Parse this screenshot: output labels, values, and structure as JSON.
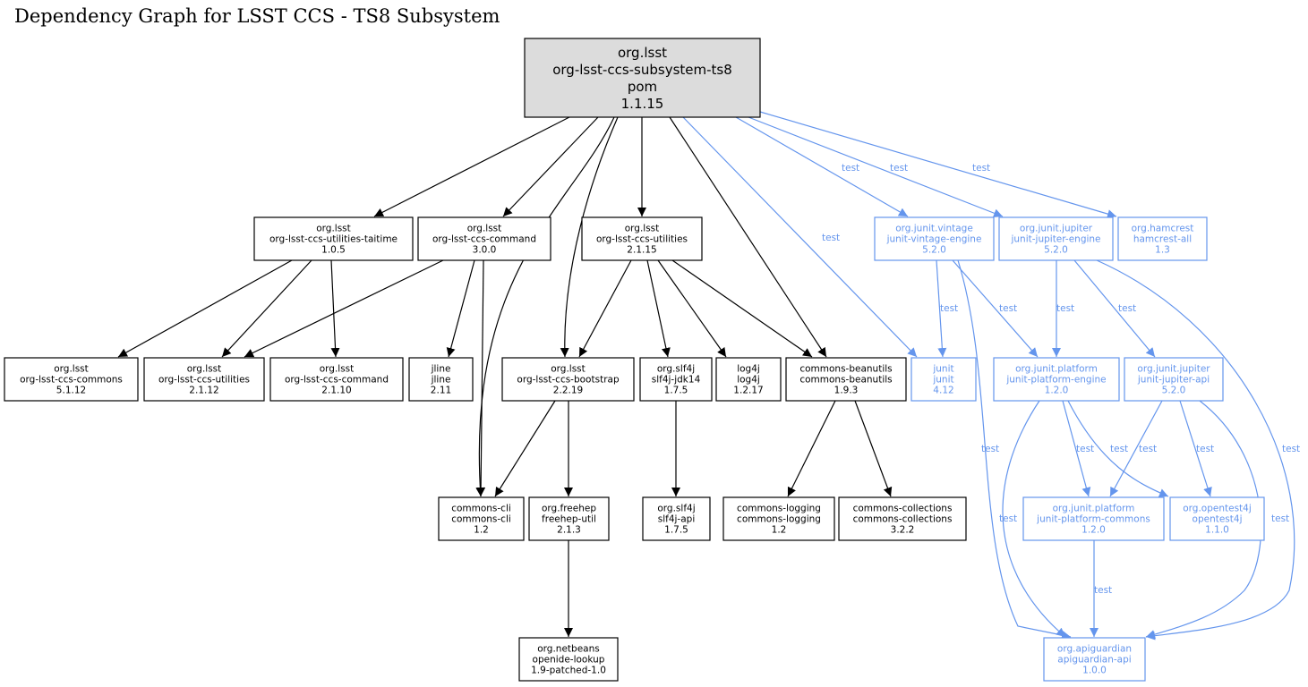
{
  "title": "Dependency Graph for LSST CCS - TS8 Subsystem",
  "colors": {
    "compile": "#000000",
    "test": "#6495ed",
    "root_fill": "#dcdcdc",
    "node_fill": "#ffffff"
  },
  "nodes": [
    {
      "id": "root",
      "lines": [
        "org.lsst",
        "org-lsst-ccs-subsystem-ts8",
        "pom",
        "1.1.15"
      ],
      "scope": "root"
    },
    {
      "id": "taitime",
      "lines": [
        "org.lsst",
        "org-lsst-ccs-utilities-taitime",
        "1.0.5"
      ],
      "scope": "compile"
    },
    {
      "id": "command300",
      "lines": [
        "org.lsst",
        "org-lsst-ccs-command",
        "3.0.0"
      ],
      "scope": "compile"
    },
    {
      "id": "utilities2115",
      "lines": [
        "org.lsst",
        "org-lsst-ccs-utilities",
        "2.1.15"
      ],
      "scope": "compile"
    },
    {
      "id": "vintage",
      "lines": [
        "org.junit.vintage",
        "junit-vintage-engine",
        "5.2.0"
      ],
      "scope": "test"
    },
    {
      "id": "jupiterengine",
      "lines": [
        "org.junit.jupiter",
        "junit-jupiter-engine",
        "5.2.0"
      ],
      "scope": "test"
    },
    {
      "id": "hamcrest",
      "lines": [
        "org.hamcrest",
        "hamcrest-all",
        "1.3"
      ],
      "scope": "test"
    },
    {
      "id": "commons5112",
      "lines": [
        "org.lsst",
        "org-lsst-ccs-commons",
        "5.1.12"
      ],
      "scope": "compile"
    },
    {
      "id": "utilities2112",
      "lines": [
        "org.lsst",
        "org-lsst-ccs-utilities",
        "2.1.12"
      ],
      "scope": "compile"
    },
    {
      "id": "command2110",
      "lines": [
        "org.lsst",
        "org-lsst-ccs-command",
        "2.1.10"
      ],
      "scope": "compile"
    },
    {
      "id": "jline",
      "lines": [
        "jline",
        "jline",
        "2.11"
      ],
      "scope": "compile"
    },
    {
      "id": "bootstrap",
      "lines": [
        "org.lsst",
        "org-lsst-ccs-bootstrap",
        "2.2.19"
      ],
      "scope": "compile"
    },
    {
      "id": "slf4jjdk14",
      "lines": [
        "org.slf4j",
        "slf4j-jdk14",
        "1.7.5"
      ],
      "scope": "compile"
    },
    {
      "id": "log4j",
      "lines": [
        "log4j",
        "log4j",
        "1.2.17"
      ],
      "scope": "compile"
    },
    {
      "id": "beanutils",
      "lines": [
        "commons-beanutils",
        "commons-beanutils",
        "1.9.3"
      ],
      "scope": "compile"
    },
    {
      "id": "junit",
      "lines": [
        "junit",
        "junit",
        "4.12"
      ],
      "scope": "test"
    },
    {
      "id": "platformengine",
      "lines": [
        "org.junit.platform",
        "junit-platform-engine",
        "1.2.0"
      ],
      "scope": "test"
    },
    {
      "id": "jupiterapi",
      "lines": [
        "org.junit.jupiter",
        "junit-jupiter-api",
        "5.2.0"
      ],
      "scope": "test"
    },
    {
      "id": "commonscli",
      "lines": [
        "commons-cli",
        "commons-cli",
        "1.2"
      ],
      "scope": "compile"
    },
    {
      "id": "freehep",
      "lines": [
        "org.freehep",
        "freehep-util",
        "2.1.3"
      ],
      "scope": "compile"
    },
    {
      "id": "slf4japi",
      "lines": [
        "org.slf4j",
        "slf4j-api",
        "1.7.5"
      ],
      "scope": "compile"
    },
    {
      "id": "logging",
      "lines": [
        "commons-logging",
        "commons-logging",
        "1.2"
      ],
      "scope": "compile"
    },
    {
      "id": "collections",
      "lines": [
        "commons-collections",
        "commons-collections",
        "3.2.2"
      ],
      "scope": "compile"
    },
    {
      "id": "platformcommons",
      "lines": [
        "org.junit.platform",
        "junit-platform-commons",
        "1.2.0"
      ],
      "scope": "test"
    },
    {
      "id": "opentest4j",
      "lines": [
        "org.opentest4j",
        "opentest4j",
        "1.1.0"
      ],
      "scope": "test"
    },
    {
      "id": "openide",
      "lines": [
        "org.netbeans",
        "openide-lookup",
        "1.9-patched-1.0"
      ],
      "scope": "compile"
    },
    {
      "id": "apiguardian",
      "lines": [
        "org.apiguardian",
        "apiguardian-api",
        "1.0.0"
      ],
      "scope": "test"
    }
  ],
  "edges": [
    {
      "from": "root",
      "to": "taitime",
      "label": ""
    },
    {
      "from": "root",
      "to": "command300",
      "label": ""
    },
    {
      "from": "root",
      "to": "utilities2115",
      "label": ""
    },
    {
      "from": "root",
      "to": "bootstrap",
      "label": ""
    },
    {
      "from": "root",
      "to": "commonscli",
      "label": ""
    },
    {
      "from": "root",
      "to": "beanutils",
      "label": ""
    },
    {
      "from": "root",
      "to": "junit",
      "label": "test"
    },
    {
      "from": "root",
      "to": "vintage",
      "label": "test"
    },
    {
      "from": "root",
      "to": "jupiterengine",
      "label": "test"
    },
    {
      "from": "root",
      "to": "hamcrest",
      "label": "test"
    },
    {
      "from": "taitime",
      "to": "commons5112",
      "label": ""
    },
    {
      "from": "taitime",
      "to": "utilities2112",
      "label": ""
    },
    {
      "from": "taitime",
      "to": "command2110",
      "label": ""
    },
    {
      "from": "command300",
      "to": "utilities2112",
      "label": ""
    },
    {
      "from": "command300",
      "to": "jline",
      "label": ""
    },
    {
      "from": "command300",
      "to": "commonscli",
      "label": ""
    },
    {
      "from": "utilities2115",
      "to": "bootstrap",
      "label": ""
    },
    {
      "from": "utilities2115",
      "to": "slf4jjdk14",
      "label": ""
    },
    {
      "from": "utilities2115",
      "to": "log4j",
      "label": ""
    },
    {
      "from": "utilities2115",
      "to": "beanutils",
      "label": ""
    },
    {
      "from": "bootstrap",
      "to": "commonscli",
      "label": ""
    },
    {
      "from": "bootstrap",
      "to": "freehep",
      "label": ""
    },
    {
      "from": "slf4jjdk14",
      "to": "slf4japi",
      "label": ""
    },
    {
      "from": "beanutils",
      "to": "logging",
      "label": ""
    },
    {
      "from": "beanutils",
      "to": "collections",
      "label": ""
    },
    {
      "from": "freehep",
      "to": "openide",
      "label": ""
    },
    {
      "from": "vintage",
      "to": "junit",
      "label": "test"
    },
    {
      "from": "vintage",
      "to": "platformengine",
      "label": "test"
    },
    {
      "from": "vintage",
      "to": "apiguardian",
      "label": "test"
    },
    {
      "from": "jupiterengine",
      "to": "platformengine",
      "label": "test"
    },
    {
      "from": "jupiterengine",
      "to": "jupiterapi",
      "label": "test"
    },
    {
      "from": "jupiterengine",
      "to": "apiguardian",
      "label": "test"
    },
    {
      "from": "platformengine",
      "to": "platformcommons",
      "label": "test"
    },
    {
      "from": "platformengine",
      "to": "opentest4j",
      "label": "test"
    },
    {
      "from": "platformengine",
      "to": "apiguardian",
      "label": "test"
    },
    {
      "from": "jupiterapi",
      "to": "platformcommons",
      "label": "test"
    },
    {
      "from": "jupiterapi",
      "to": "opentest4j",
      "label": "test"
    },
    {
      "from": "jupiterapi",
      "to": "apiguardian",
      "label": "test"
    },
    {
      "from": "platformcommons",
      "to": "apiguardian",
      "label": "test"
    }
  ]
}
